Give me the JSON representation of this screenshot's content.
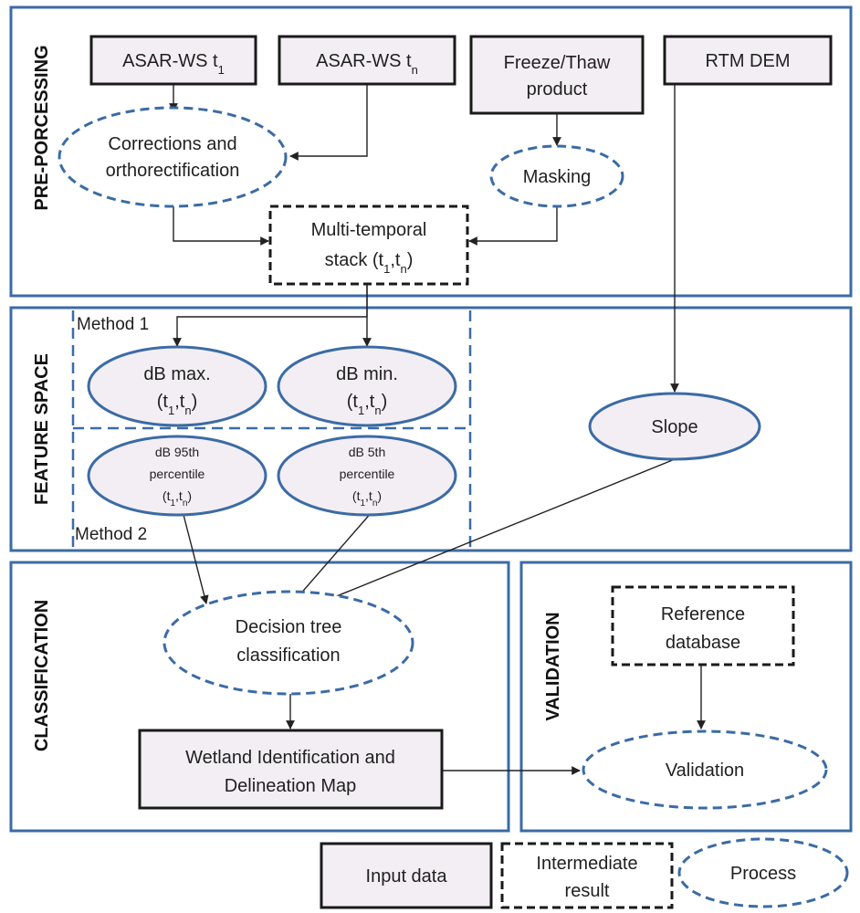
{
  "colors": {
    "panel_border": "#3b6ba5",
    "dashed_blue": "#3b6ba5",
    "node_fill": "#f3eef4",
    "box_border": "#1a1a1a",
    "arrow": "#222222"
  },
  "sections": {
    "preprocessing": "PRE-PORCESSING",
    "feature_space": "FEATURE SPACE",
    "classification": "CLASSIFICATION",
    "validation": "VALIDATION"
  },
  "methods": {
    "method1": "Method 1",
    "method2": "Method 2"
  },
  "nodes": {
    "asar_t1": {
      "main": "ASAR-WS t",
      "sub": "1"
    },
    "asar_tn": {
      "main": "ASAR-WS t",
      "sub": "n"
    },
    "freeze_thaw": {
      "line1": "Freeze/Thaw",
      "line2": "product"
    },
    "rtm_dem": "RTM DEM",
    "corrections": {
      "line1": "Corrections and",
      "line2": "orthorectification"
    },
    "masking": "Masking",
    "stack": {
      "line1": "Multi-temporal",
      "line2_prefix": "stack (t",
      "sub1": "1",
      "comma": ",t",
      "subn": "n",
      "close": ")"
    },
    "db_max": {
      "line1": "dB max.",
      "open": "(t",
      "sub1": "1",
      "comma": ",t",
      "subn": "n",
      "close": ")"
    },
    "db_min": {
      "line1": "dB min.",
      "open": "(t",
      "sub1": "1",
      "comma": ",t",
      "subn": "n",
      "close": ")"
    },
    "db_95": {
      "line1": "dB 95th",
      "line2": "percentile",
      "open": "(t",
      "sub1": "1",
      "comma": ",t",
      "subn": "n",
      "close": ")"
    },
    "db_5": {
      "line1": "dB 5th",
      "line2": "percentile",
      "open": "(t",
      "sub1": "1",
      "comma": ",t",
      "subn": "n",
      "close": ")"
    },
    "slope": "Slope",
    "decision_tree": {
      "line1": "Decision tree",
      "line2": "classification"
    },
    "wetland_map": {
      "line1": "Wetland Identification and",
      "line2": "Delineation Map"
    },
    "reference_db": {
      "line1": "Reference",
      "line2": "database"
    },
    "validation": "Validation"
  },
  "legend": {
    "input": "Input data",
    "intermediate": {
      "line1": "Intermediate",
      "line2": "result"
    },
    "process": "Process"
  }
}
